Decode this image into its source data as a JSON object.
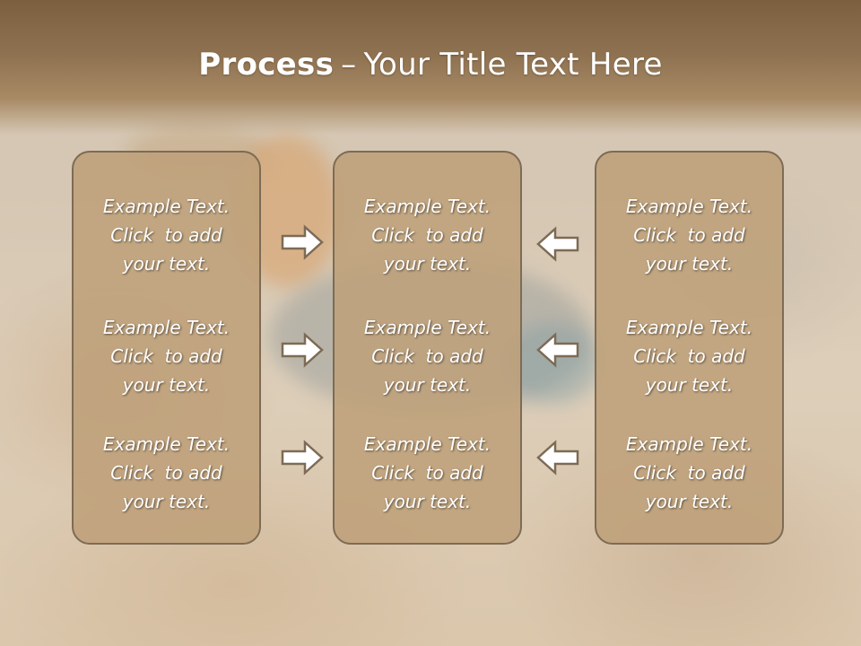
{
  "slide": {
    "title_bold": "Process",
    "title_separator": "–",
    "title_rest": "Your Title Text Here"
  },
  "columns": [
    {
      "items": [
        {
          "line1": "Example Text.",
          "line2": "Click  to add",
          "line3": "your text."
        },
        {
          "line1": "Example Text.",
          "line2": "Click  to add",
          "line3": "your text."
        },
        {
          "line1": "Example Text.",
          "line2": "Click  to add",
          "line3": "your text."
        }
      ]
    },
    {
      "items": [
        {
          "line1": "Example Text.",
          "line2": "Click  to add",
          "line3": "your text."
        },
        {
          "line1": "Example Text.",
          "line2": "Click  to add",
          "line3": "your text."
        },
        {
          "line1": "Example Text.",
          "line2": "Click  to add",
          "line3": "your text."
        }
      ]
    },
    {
      "items": [
        {
          "line1": "Example Text.",
          "line2": "Click  to add",
          "line3": "your text."
        },
        {
          "line1": "Example Text.",
          "line2": "Click  to add",
          "line3": "your text."
        },
        {
          "line1": "Example Text.",
          "line2": "Click  to add",
          "line3": "your text."
        }
      ]
    }
  ],
  "arrows": {
    "left_group": {
      "direction": "right",
      "icon": "arrow-right-icon"
    },
    "right_group": {
      "direction": "left",
      "icon": "arrow-left-icon"
    }
  },
  "colors": {
    "title_band": "#8e7150",
    "box_fill": "#bea07a",
    "box_border": "#7d6b55",
    "text": "#ffffff",
    "arrow_fill": "#ffffff",
    "arrow_stroke": "#7d6b55"
  }
}
